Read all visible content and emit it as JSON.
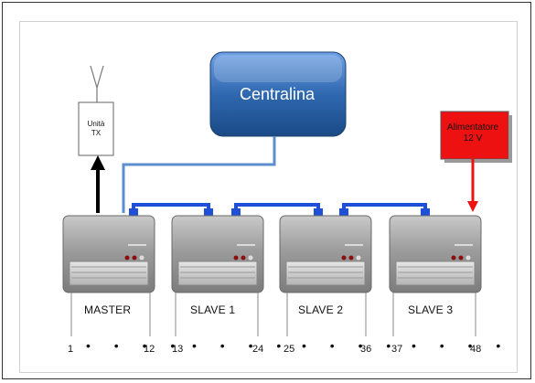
{
  "central": {
    "label": "Centralina",
    "color": "#2f68b0"
  },
  "transmitter": {
    "line1": "Unità",
    "line2": "TX"
  },
  "power_supply": {
    "line1": "Alimentatore",
    "line2": "12 V",
    "color": "#ee1111"
  },
  "bus_color": "#1f4fd6",
  "modules": [
    {
      "label": "MASTER",
      "start": "1",
      "end": "12"
    },
    {
      "label": "SLAVE 1",
      "start": "13",
      "end": "24"
    },
    {
      "label": "SLAVE 2",
      "start": "25",
      "end": "36"
    },
    {
      "label": "SLAVE 3",
      "start": "37",
      "end": "48"
    }
  ],
  "dots": "• • • •"
}
